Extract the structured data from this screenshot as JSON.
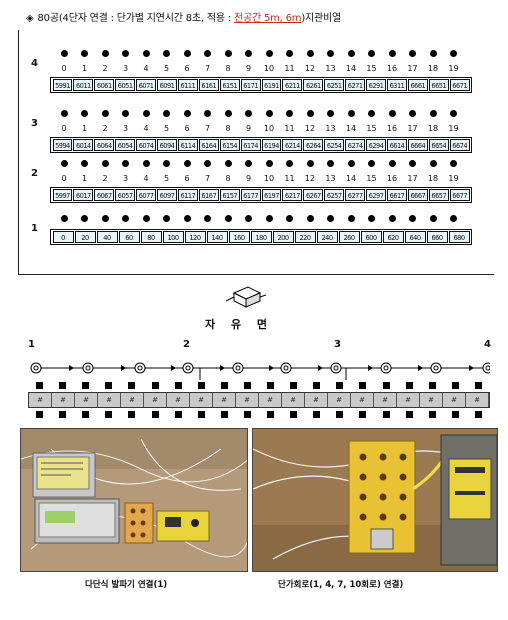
{
  "title": {
    "marker": "◈",
    "text": "80공(4단자 연결 : 단가별 지연시간 8초, 적용 : ",
    "highlight": "천공간 5m, 6m",
    "suffix": ")지관비열"
  },
  "grid": {
    "hole_numbers": [
      "0",
      "1",
      "2",
      "3",
      "4",
      "5",
      "6",
      "7",
      "8",
      "9",
      "10",
      "11",
      "12",
      "13",
      "14",
      "15",
      "16",
      "17",
      "18",
      "19"
    ],
    "rows": [
      {
        "label": "4",
        "cells": [
          "5991",
          "6011",
          "6061",
          "6051",
          "6071",
          "6091",
          "6111",
          "6161",
          "6151",
          "6171",
          "6191",
          "6211",
          "6261",
          "6251",
          "6271",
          "6291",
          "6311",
          "6661",
          "6651",
          "6671"
        ]
      },
      {
        "label": "3",
        "cells": [
          "5994",
          "6014",
          "6064",
          "6054",
          "6074",
          "6094",
          "6114",
          "6164",
          "6154",
          "6174",
          "6194",
          "6214",
          "6264",
          "6254",
          "6274",
          "6294",
          "6614",
          "6664",
          "6654",
          "6674"
        ]
      },
      {
        "label": "2",
        "cells": [
          "5997",
          "6017",
          "6067",
          "6057",
          "6077",
          "6097",
          "6117",
          "6167",
          "6157",
          "6177",
          "6197",
          "6217",
          "6267",
          "6257",
          "6277",
          "6297",
          "6617",
          "6667",
          "6657",
          "6677"
        ]
      },
      {
        "label": "1",
        "cells": [
          "0",
          "20",
          "40",
          "60",
          "80",
          "100",
          "120",
          "140",
          "160",
          "180",
          "200",
          "220",
          "240",
          "260",
          "600",
          "620",
          "640",
          "660",
          "680"
        ]
      }
    ]
  },
  "free_face": {
    "label": "자 유 면"
  },
  "chain": {
    "block_labels": [
      "1",
      "2",
      "3",
      "4"
    ],
    "strip_count": 20,
    "strip_glyph": "#"
  },
  "photos": [
    {
      "caption": "다단식 발파기 연결(1)"
    },
    {
      "caption": "단가회로(1, 4, 7, 10회로) 연결)"
    }
  ],
  "colors": {
    "cell_fill": "#e8f6fb",
    "highlight": "#c62828",
    "box_yellow": "#e8c234"
  }
}
